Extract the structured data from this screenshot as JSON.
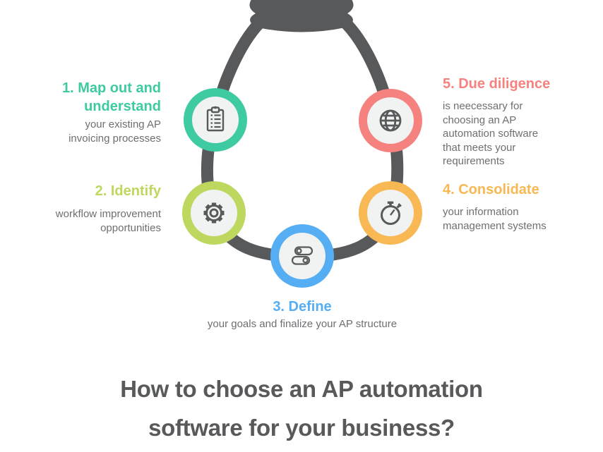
{
  "title": {
    "text": "How to choose an AP automation software for your business?",
    "color": "#58595b"
  },
  "steps": [
    {
      "heading": "1. Map out and understand",
      "body": "your existing AP invoicing processes",
      "color": "#3ecba2",
      "icon": "clipboard-checklist-icon"
    },
    {
      "heading": "2. Identify",
      "body": "workflow improvement opportunities",
      "color": "#bdd75f",
      "icon": "gear-icon"
    },
    {
      "heading": "3. Define",
      "body": "your goals and finalize your AP structure",
      "color": "#55aef3",
      "icon": "toggle-switches-icon"
    },
    {
      "heading": "4. Consolidate",
      "body": "your information management systems",
      "color": "#f8b853",
      "icon": "stopwatch-icon"
    },
    {
      "heading": "5. Due diligence",
      "body": "is neecessary for choosing an AP automation software that meets your requirements",
      "color": "#f5827f",
      "icon": "globe-icon"
    }
  ],
  "bulb": {
    "shape": "lightbulb-outline-with-screw-base",
    "color": "#58595b",
    "node_inner_color": "#f1f2f2",
    "body_text_color": "#6e6f72"
  }
}
